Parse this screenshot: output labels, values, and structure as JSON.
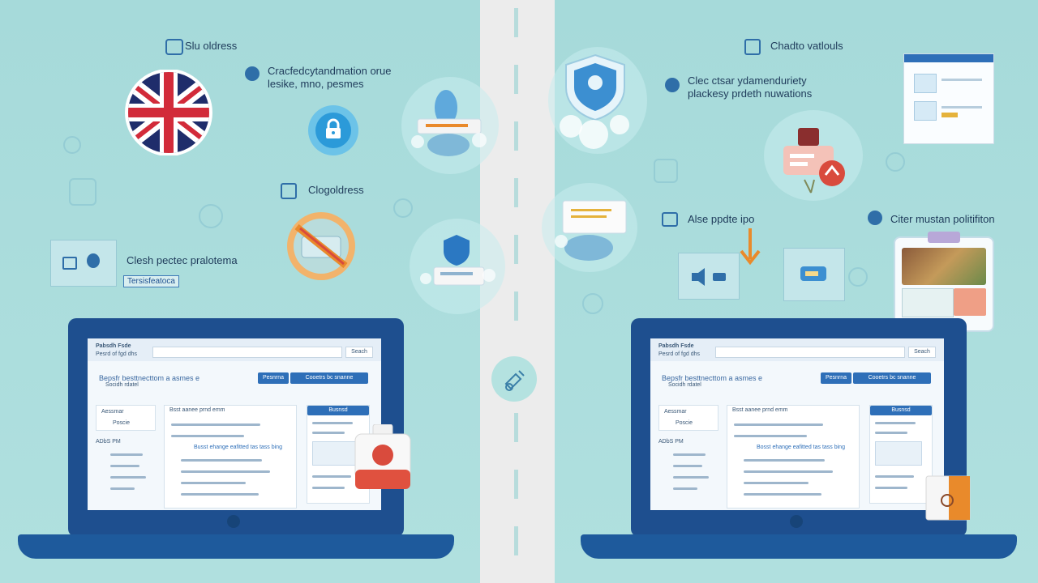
{
  "left": {
    "callouts": {
      "top": "Slu oldress",
      "multi_1": "Cracfedcytandmation orue",
      "multi_2": "lesike, mno, pesmes",
      "mid": "Clogoldress",
      "bottom": "Clesh pectec pralotema",
      "small_badge": "Tersisfeatoca"
    },
    "laptop": {
      "site_title_1": "Pabsdh Fsde",
      "site_title_2": "Pesrd of fgd dhs",
      "search_placeholder": "",
      "search_button": "Seach",
      "heading_1": "Bepsfr besttnecttom a asmes e",
      "heading_2": "Socidh rdatel",
      "btn_a": "Pesnrna",
      "btn_b": "Cooetrs bc snanne",
      "side_1": "Aessmar",
      "side_2": "Poscie",
      "side_3": "ADbS PM",
      "main_head": "Bsst aanee prnd emm",
      "main_center": "Busst ehange eafitted tas tass bing",
      "right_head": "Busnsd"
    }
  },
  "right": {
    "callouts": {
      "top": "Chadto vatlouls",
      "multi_1": "Clec ctsar ydamenduriety",
      "multi_2": "plackesy prdeth nuwations",
      "mid": "Alse ppdte ipo",
      "right": "Citer mustan politifiton"
    },
    "laptop": {
      "site_title_1": "Pabsdh Fsde",
      "site_title_2": "Pesrd of fgd dhs",
      "search_button": "Seach",
      "heading_1": "Bepsfr besttnecttom a asmes e",
      "heading_2": "Socidh rdatel",
      "btn_a": "Pesnrna",
      "btn_b": "Cooetrs bc snanne",
      "side_1": "Aessmar",
      "side_2": "Poscie",
      "side_3": "ADbS PM",
      "main_head": "Bsst aanee prnd emm",
      "main_center": "Bosst ehange eafitted tas tass bing",
      "right_head": "Busnsd"
    }
  },
  "colors": {
    "background": "#a9dcdc",
    "road": "#ececec",
    "laptop": "#1e4f8f",
    "accent_orange": "#e98a2b",
    "accent_red": "#d94b3d",
    "text": "#1e3a5a"
  }
}
